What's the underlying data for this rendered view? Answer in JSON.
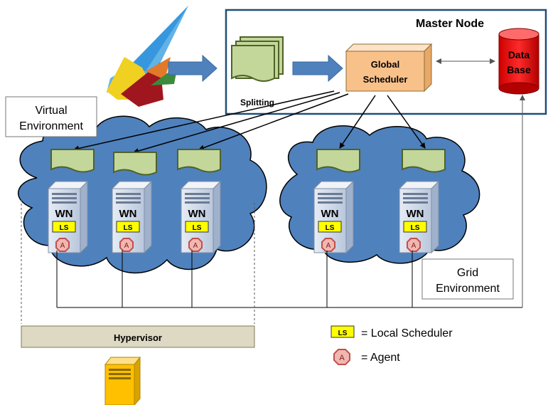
{
  "master_node": {
    "title": "Master Node"
  },
  "splitting": {
    "label": "Splitting"
  },
  "global_scheduler": {
    "line1": "Global",
    "line2": "Scheduler"
  },
  "database": {
    "line1": "Data",
    "line2": "Base"
  },
  "virtual_env": {
    "line1": "Virtual",
    "line2": "Environment"
  },
  "grid_env": {
    "line1": "Grid",
    "line2": "Environment"
  },
  "worker": {
    "wn": "WN",
    "ls": "LS",
    "agent": "A"
  },
  "hypervisor": {
    "label": "Hypervisor"
  },
  "legend": {
    "ls_badge": "LS",
    "ls_text": "= Local Scheduler",
    "agent_badge": "A",
    "agent_text": "= Agent"
  },
  "colors": {
    "cloud": "#4f81bd",
    "cloud_stroke": "#000000",
    "doc_fill": "#c4d79b",
    "doc_stroke": "#4f6228",
    "arrow_blue": "#4f81bd",
    "scheduler_fill": "#f9c18a",
    "db_red": "#ff0000",
    "ls_yellow": "#ffff00",
    "agent_red": "#c0504d",
    "hypervisor_fill": "#ddd9c3",
    "server_gold": "#ffc000",
    "master_border": "#1f4e79"
  }
}
